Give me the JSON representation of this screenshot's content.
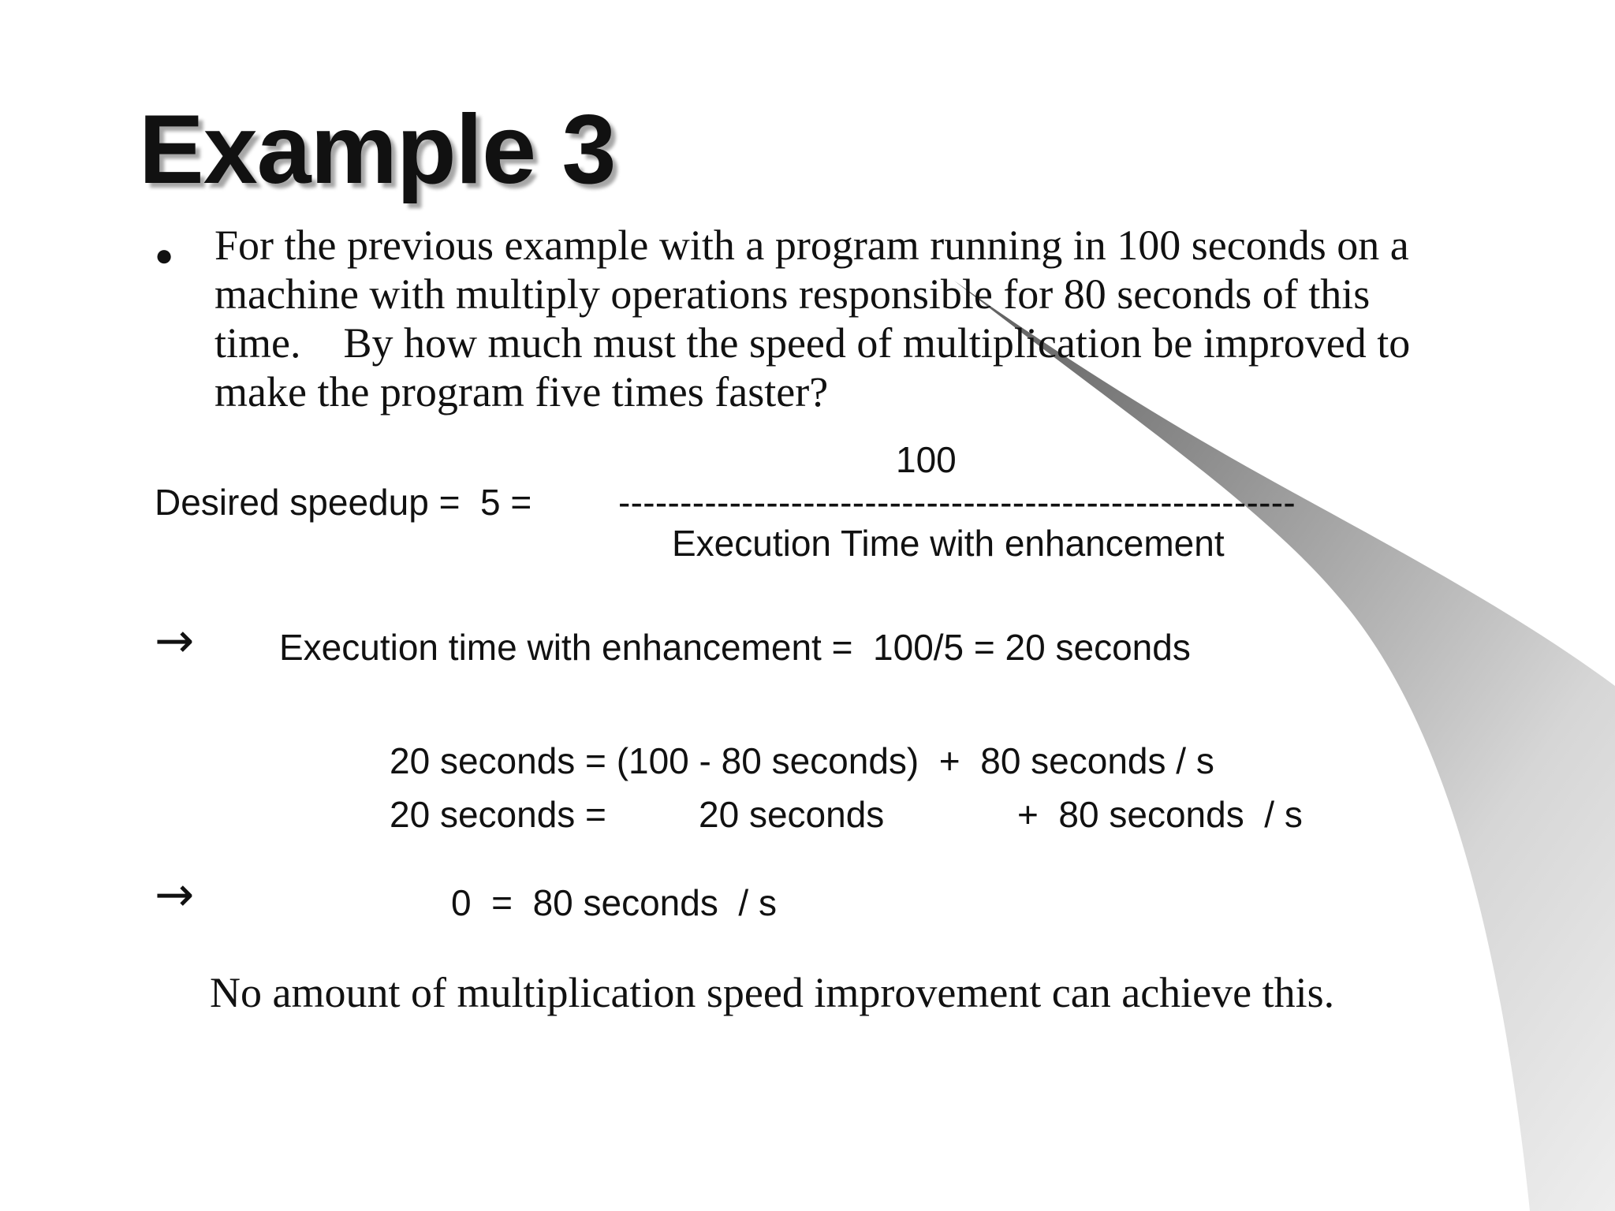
{
  "slide": {
    "title": "Example 3",
    "bullet": {
      "lines": [
        "For the previous example with a program running in 100 seconds on a",
        "machine with multiply operations responsible for 80 seconds of this",
        "time.    By how much must the speed of multiplication be improved to",
        "make the program five times faster?"
      ]
    },
    "fraction": {
      "numerator": "100",
      "lhs": "Desired speedup =  5 =",
      "bar": "-------------------------------------------------------",
      "denominator": "Execution Time with enhancement"
    },
    "step1": {
      "arrow": "→",
      "text": "Execution time with enhancement =  100/5 = 20 seconds"
    },
    "equations": {
      "line1": "20 seconds = (100 - 80 seconds)  +  80 seconds / s",
      "line2_lhs": "20 seconds =",
      "line2_mid": "20 seconds",
      "line2_rhs": "+  80 seconds  / s"
    },
    "step2": {
      "arrow": "→",
      "text": "0  =  80 seconds  / s"
    },
    "conclusion": "No amount of multiplication speed improvement can achieve this."
  }
}
